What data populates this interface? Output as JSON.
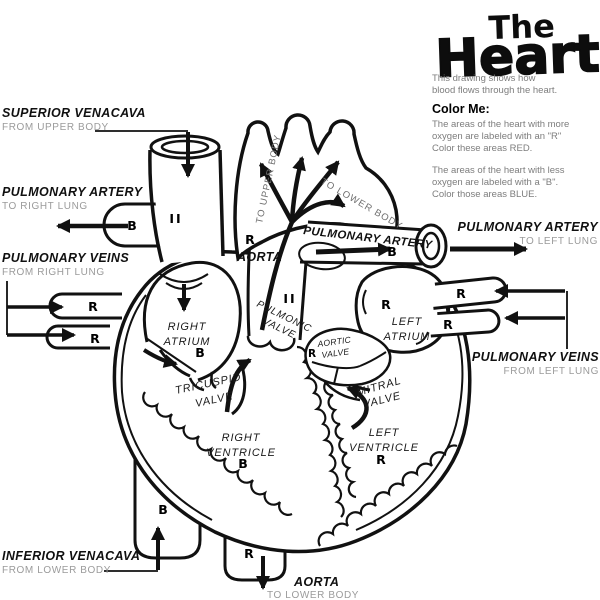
{
  "header": {
    "title_line1": "The",
    "title_line2": "Heart",
    "intro_line1": "This drawing shows how",
    "intro_line2": "blood flows through the heart.",
    "color_me": "Color Me:",
    "red_line1": "The areas of the heart with more",
    "red_line2": "oxygen are labeled with an \"R\"",
    "red_line3": "Color these areas RED.",
    "blue_line1": "The areas of the heart with less",
    "blue_line2": "oxygen are labeled with a \"B\".",
    "blue_line3": "Color those areas BLUE."
  },
  "callouts": {
    "superior_venacava": {
      "title": "SUPERIOR VENACAVA",
      "subtitle": "FROM UPPER BODY"
    },
    "pulmonary_artery_right": {
      "title": "PULMONARY ARTERY",
      "subtitle": "TO RIGHT LUNG"
    },
    "pulmonary_veins_right": {
      "title": "PULMONARY VEINS",
      "subtitle": "FROM RIGHT LUNG"
    },
    "inferior_venacava": {
      "title": "INFERIOR VENACAVA",
      "subtitle": "FROM LOWER BODY"
    },
    "pulmonary_artery_left": {
      "title": "PULMONARY ARTERY",
      "subtitle": "TO LEFT LUNG"
    },
    "pulmonary_veins_left": {
      "title": "PULMONARY VEINS",
      "subtitle": "FROM LEFT LUNG"
    },
    "aorta_lower": {
      "title": "AORTA",
      "subtitle": "TO LOWER BODY"
    }
  },
  "parts": {
    "aorta": "AORTA",
    "pulmonary_artery": "PULMONARY ARTERY",
    "to_upper_body": "TO UPPER BODY",
    "to_lower_body": "TO LOWER BODY",
    "right_atrium_1": "RIGHT",
    "right_atrium_2": "ATRIUM",
    "left_atrium_1": "LEFT",
    "left_atrium_2": "ATRIUM",
    "right_ventricle_1": "RIGHT",
    "right_ventricle_2": "VENTRICLE",
    "left_ventricle_1": "LEFT",
    "left_ventricle_2": "VENTRICLE",
    "tricuspid_1": "TRICUSPID",
    "tricuspid_2": "VALVE",
    "mitral_1": "MITRAL",
    "mitral_2": "VALVE",
    "pulmonic_1": "PULMONIC",
    "pulmonic_2": "VALVE",
    "aortic_1": "AORTIC",
    "aortic_2": "VALVE"
  },
  "markers": {
    "svc": "II",
    "pa_trunk": "II",
    "pa_to_right_lung": "B",
    "pa_to_left_lung": "B",
    "aorta": "R",
    "aortic_valve": "R",
    "pv_right_1": "R",
    "pv_right_2": "R",
    "pv_left_1": "R",
    "pv_left_2": "R",
    "right_atrium": "B",
    "left_atrium": "R",
    "right_ventricle": "B",
    "left_ventricle": "R",
    "ivc": "B",
    "aorta_lower": "R"
  },
  "colors": {
    "ink": "#111111",
    "muted": "#9b9b9b",
    "background": "#ffffff"
  }
}
